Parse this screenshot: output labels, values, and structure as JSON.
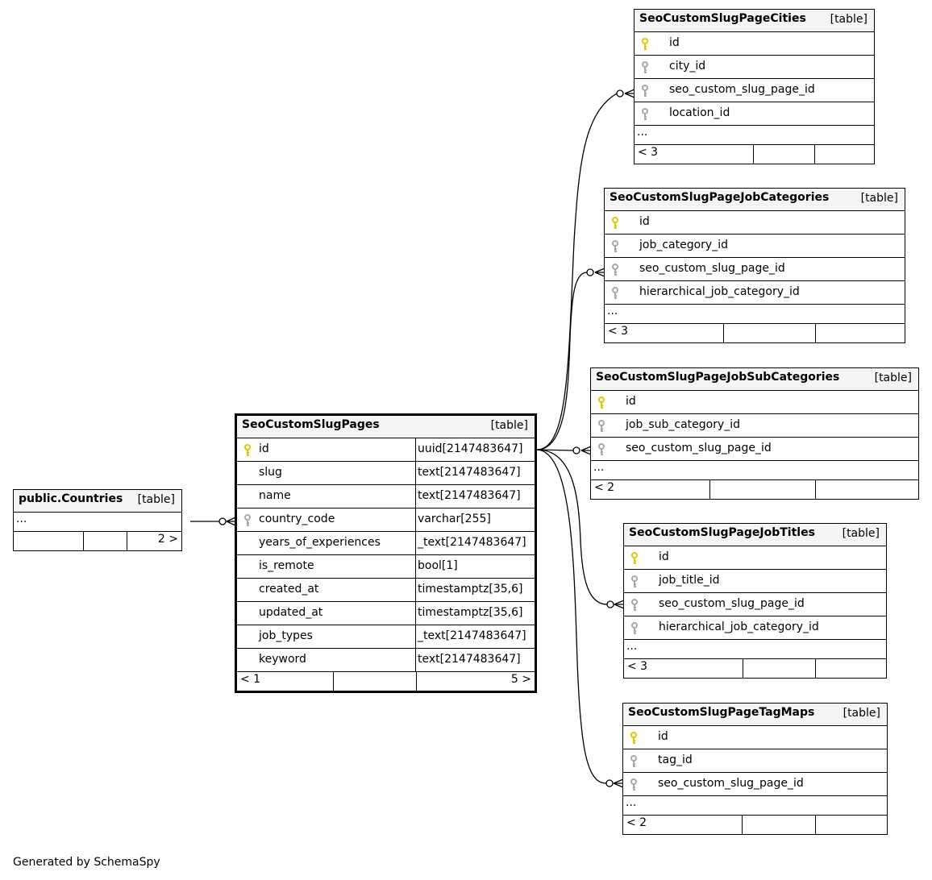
{
  "diagram": {
    "credit": "Generated by SchemaSpy",
    "colors": {
      "primary_key": "#e0c800",
      "foreign_key": "#a8a8a8",
      "header_bg": "#f4f4f4"
    },
    "icons": {
      "primary_key": "key-icon",
      "foreign_key": "key-icon"
    },
    "main": {
      "name": "SeoCustomSlugPages",
      "kind": "[table]",
      "columns": [
        {
          "name": "id",
          "type": "uuid[2147483647]",
          "key": "pk"
        },
        {
          "name": "slug",
          "type": "text[2147483647]",
          "key": ""
        },
        {
          "name": "name",
          "type": "text[2147483647]",
          "key": ""
        },
        {
          "name": "country_code",
          "type": "varchar[255]",
          "key": "fk"
        },
        {
          "name": "years_of_experiences",
          "type": "_text[2147483647]",
          "key": ""
        },
        {
          "name": "is_remote",
          "type": "bool[1]",
          "key": ""
        },
        {
          "name": "created_at",
          "type": "timestamptz[35,6]",
          "key": ""
        },
        {
          "name": "updated_at",
          "type": "timestamptz[35,6]",
          "key": ""
        },
        {
          "name": "job_types",
          "type": "_text[2147483647]",
          "key": ""
        },
        {
          "name": "keyword",
          "type": "text[2147483647]",
          "key": ""
        }
      ],
      "footer": {
        "left": "< 1",
        "right": "5 >"
      }
    },
    "countries": {
      "name": "public.Countries",
      "kind": "[table]",
      "more": "...",
      "footer": {
        "left": "",
        "right": "2 >"
      }
    },
    "children": [
      {
        "name": "SeoCustomSlugPageCities",
        "kind": "[table]",
        "columns": [
          {
            "name": "id",
            "key": "pk"
          },
          {
            "name": "city_id",
            "key": "fk"
          },
          {
            "name": "seo_custom_slug_page_id",
            "key": "fk"
          },
          {
            "name": "location_id",
            "key": "fk"
          }
        ],
        "more": "...",
        "footer": {
          "left": "< 3",
          "right": ""
        }
      },
      {
        "name": "SeoCustomSlugPageJobCategories",
        "kind": "[table]",
        "columns": [
          {
            "name": "id",
            "key": "pk"
          },
          {
            "name": "job_category_id",
            "key": "fk"
          },
          {
            "name": "seo_custom_slug_page_id",
            "key": "fk"
          },
          {
            "name": "hierarchical_job_category_id",
            "key": "fk"
          }
        ],
        "more": "...",
        "footer": {
          "left": "< 3",
          "right": ""
        }
      },
      {
        "name": "SeoCustomSlugPageJobSubCategories",
        "kind": "[table]",
        "columns": [
          {
            "name": "id",
            "key": "pk"
          },
          {
            "name": "job_sub_category_id",
            "key": "fk"
          },
          {
            "name": "seo_custom_slug_page_id",
            "key": "fk"
          }
        ],
        "more": "...",
        "footer": {
          "left": "< 2",
          "right": ""
        }
      },
      {
        "name": "SeoCustomSlugPageJobTitles",
        "kind": "[table]",
        "columns": [
          {
            "name": "id",
            "key": "pk"
          },
          {
            "name": "job_title_id",
            "key": "fk"
          },
          {
            "name": "seo_custom_slug_page_id",
            "key": "fk"
          },
          {
            "name": "hierarchical_job_category_id",
            "key": "fk"
          }
        ],
        "more": "...",
        "footer": {
          "left": "< 3",
          "right": ""
        }
      },
      {
        "name": "SeoCustomSlugPageTagMaps",
        "kind": "[table]",
        "columns": [
          {
            "name": "id",
            "key": "pk"
          },
          {
            "name": "tag_id",
            "key": "fk"
          },
          {
            "name": "seo_custom_slug_page_id",
            "key": "fk"
          }
        ],
        "more": "...",
        "footer": {
          "left": "< 2",
          "right": ""
        }
      }
    ]
  }
}
